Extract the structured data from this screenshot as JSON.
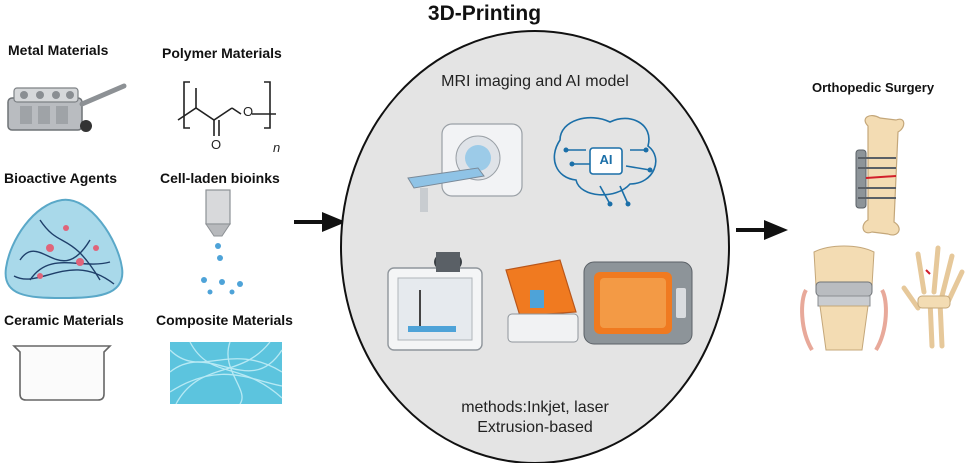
{
  "title": "3D-Printing",
  "materials": {
    "metal": "Metal Materials",
    "polymer": "Polymer Materials",
    "bioactive": "Bioactive Agents",
    "bioinks": "Cell-laden bioinks",
    "ceramic": "Ceramic Materials",
    "composite": "Composite Materials"
  },
  "polymer_structure": {
    "atom_o1": "O",
    "atom_o2": "O",
    "subscript": "n"
  },
  "circle": {
    "top_text": "MRI imaging and AI model",
    "ai_chip": "AI",
    "method_line1": "methods:Inkjet, laser",
    "method_line2": "Extrusion-based"
  },
  "output": {
    "title": "Orthopedic Surgery"
  },
  "colors": {
    "circle_fill": "#e4e4e4",
    "arrow": "#111111",
    "printer_orange": "#f07a20",
    "ai_blue": "#1b6fa8",
    "fiber_blue": "#3fb6d4"
  }
}
